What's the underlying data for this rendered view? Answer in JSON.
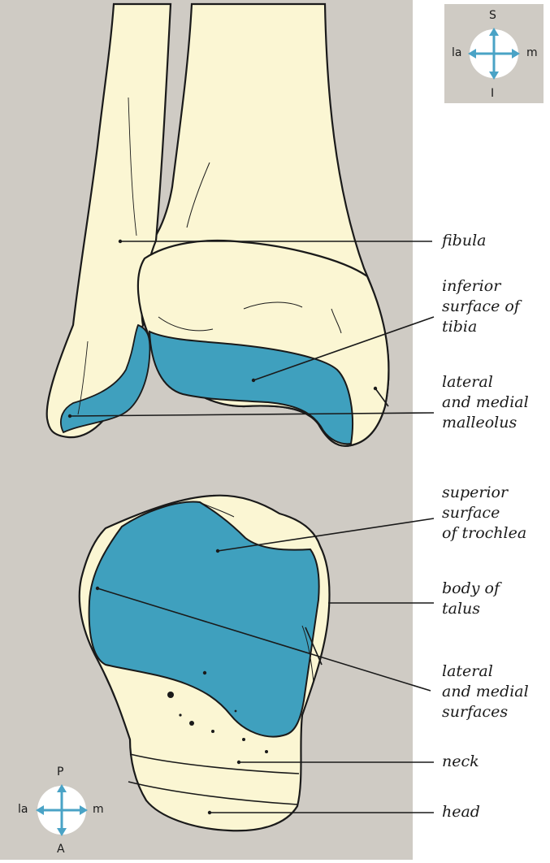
{
  "labels": {
    "fibula": "fibula",
    "inferior_surface": "inferior\nsurface of\ntibia",
    "malleolus": "lateral\nand medial\nmalleolus",
    "trochlea": "superior\nsurface\nof trochlea",
    "body": "body of\ntalus",
    "surfaces": "lateral\nand medial\nsurfaces",
    "neck": "neck",
    "head": "head"
  },
  "compass_top": {
    "up": "S",
    "down": "I",
    "left": "la",
    "right": "m"
  },
  "compass_bottom": {
    "up": "P",
    "down": "A",
    "left": "la",
    "right": "m"
  },
  "colors": {
    "panel": "#cfcbc4",
    "bone": "#fbf6d3",
    "articular": "#3fa0be",
    "arrow": "#4aa3c6",
    "line": "#1a1a1a"
  }
}
